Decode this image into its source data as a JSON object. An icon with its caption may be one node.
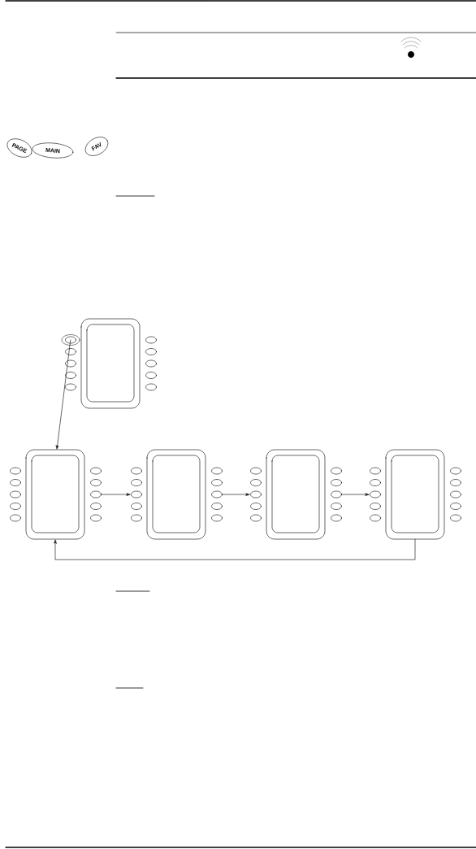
{
  "diagram": {
    "nodes": [
      {
        "text": [
          "PAGE"
        ]
      },
      {
        "text": [
          "MAIN"
        ]
      },
      {
        "text": [
          "FAV"
        ]
      },
      {
        "text": [],
        "shape": "picture"
      },
      {
        "text": [],
        "shape": "picture"
      },
      {
        "text": [],
        "shape": "picture"
      },
      {
        "text": [],
        "shape": "picture"
      },
      {
        "text": [],
        "shape": "picture"
      }
    ],
    "edges": [
      {
        "from": 3,
        "to": 4,
        "arrow": "to"
      },
      {
        "from": 4,
        "to": 5,
        "arrow": "to"
      },
      {
        "from": 5,
        "to": 6,
        "arrow": "to"
      },
      {
        "from": 6,
        "to": 7,
        "arrow": "to"
      },
      {
        "from": 7,
        "to": 4,
        "arrow": "to"
      }
    ]
  }
}
